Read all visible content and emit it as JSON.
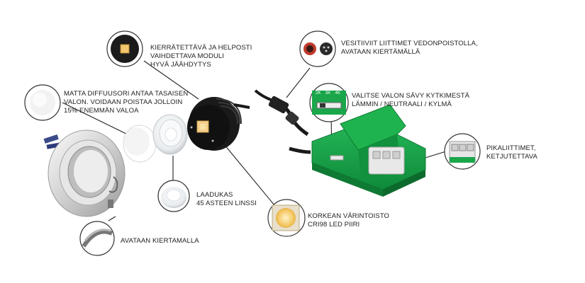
{
  "callouts": {
    "module": [
      "KIERRÄTETTÄVÄ JA HELPOSTI",
      "VAIHDETTAVA MODULI",
      "HYVÄ JÄÄHDYTYS"
    ],
    "connectors": [
      "VESITIIVIIT LIITTIMET VEDONPOISTOLLA,",
      "AVATAAN KIERTÄMÄLLÄ"
    ],
    "diffuser": [
      "MATTA DIFFUUSORI ANTAA TASAISEN",
      "VALON. VOIDAAN POISTAA JOLLOIN",
      "15% ENEMMÄN VALOA"
    ],
    "switch": [
      "VALITSE VALON SÄVY KYTKIMESTÄ",
      "LÄMMIN / NEUTRAALI / KYLMÄ"
    ],
    "quick": [
      "PIKALIITTIMET,",
      "KETJUTETTAVA"
    ],
    "lens": [
      "LAADUKAS",
      "45 ASTEEN LINSSI"
    ],
    "led": [
      "KORKEAN VÄRINTOISTO",
      "CRI98 LED PIIRI"
    ],
    "rotate": [
      "AVATAAN KIERTAMALLA"
    ]
  },
  "switch_marks": [
    "2K",
    "3K",
    "4K"
  ],
  "colors": {
    "green": "#1aa64a",
    "green_dark": "#0e7a33",
    "led": "#f3c66a"
  }
}
